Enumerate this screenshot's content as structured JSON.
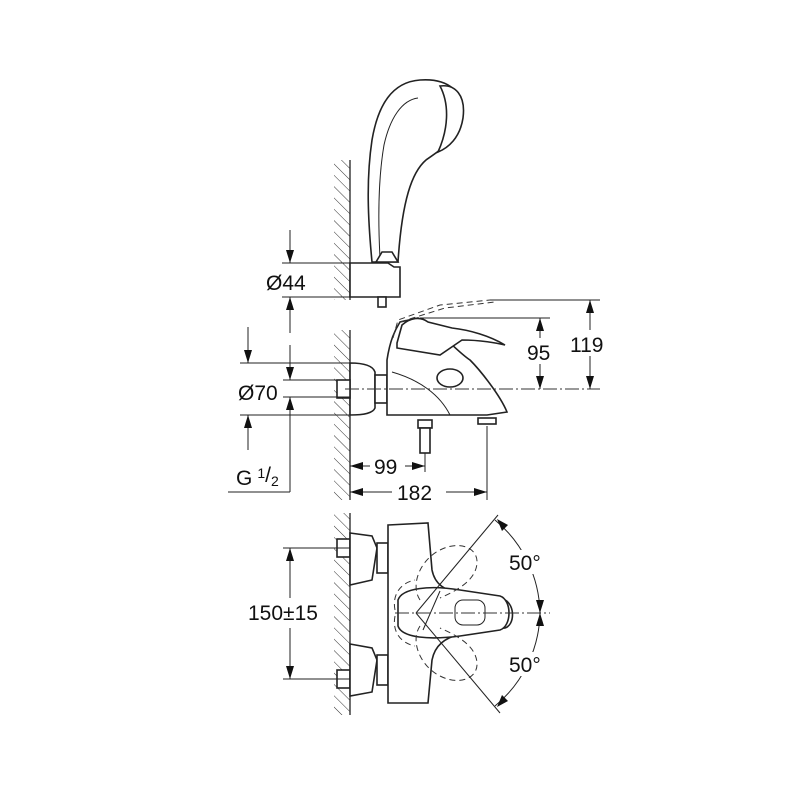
{
  "drawing": {
    "side_view": {
      "dim_diameter_bracket": "Ø44",
      "dim_diameter_flange": "Ø70",
      "dim_thread": {
        "prefix": "G",
        "numerator": "1",
        "slash": "/",
        "denominator": "2"
      },
      "dim_height_lever": "95",
      "dim_height_lever_raised": "119",
      "dim_outlet_distance": "99",
      "dim_total_depth": "182"
    },
    "top_view": {
      "dim_centers": "150±15",
      "dim_angle_upper": "50°",
      "dim_angle_lower": "50°"
    }
  }
}
